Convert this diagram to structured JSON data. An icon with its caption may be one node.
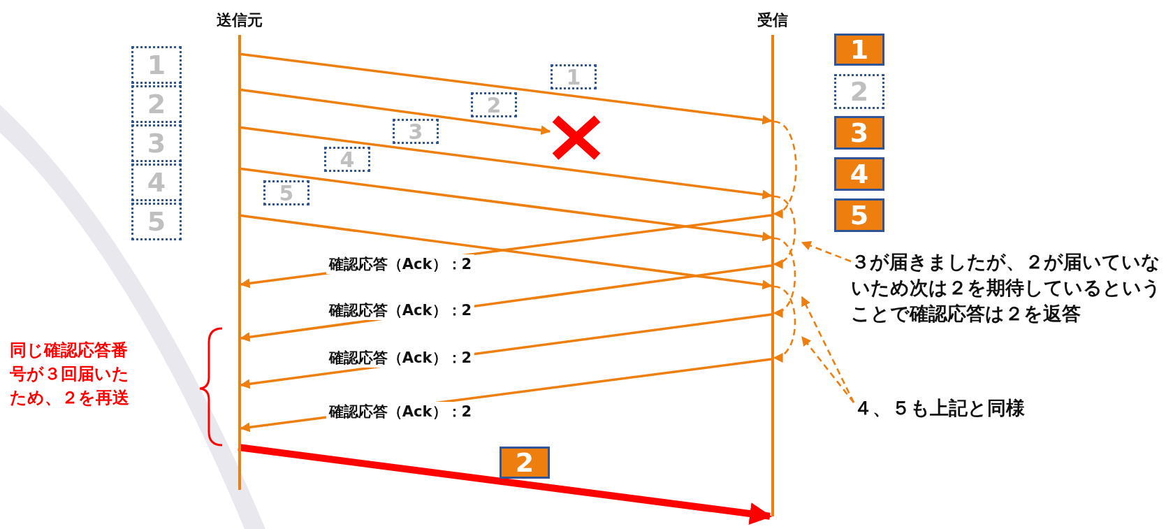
{
  "diagram": {
    "nodes": [
      {
        "text": [
          "送信元"
        ]
      },
      {
        "text": [
          "受信"
        ]
      },
      {
        "text": [
          "1"
        ]
      },
      {
        "text": [
          "2"
        ]
      },
      {
        "text": [
          "3"
        ]
      },
      {
        "text": [
          "4"
        ]
      },
      {
        "text": [
          "5"
        ]
      },
      {
        "text": [
          "1"
        ]
      },
      {
        "text": [
          "2"
        ]
      },
      {
        "text": [
          "3"
        ]
      },
      {
        "text": [
          "4"
        ]
      },
      {
        "text": [
          "5"
        ]
      },
      {
        "text": [
          "1"
        ]
      },
      {
        "text": [
          "2"
        ]
      },
      {
        "text": [
          "3"
        ]
      },
      {
        "text": [
          "4"
        ]
      },
      {
        "text": [
          "5"
        ]
      },
      {
        "text": [],
        "shape": "cross"
      },
      {
        "text": [
          "３が届きましたが、２が届いていないため次は２を期待しているということで確認応答は２を返答"
        ]
      },
      {
        "text": [
          "４、５も上記と同様"
        ]
      },
      {
        "text": [
          "2"
        ]
      }
    ],
    "edges": [
      {
        "from": 0,
        "to": 1,
        "arrow": "to"
      },
      {
        "from": 0,
        "to": 17,
        "arrow": "to"
      },
      {
        "from": 0,
        "to": 1,
        "arrow": "to"
      },
      {
        "from": 0,
        "to": 1,
        "arrow": "to"
      },
      {
        "from": 0,
        "to": 1,
        "arrow": "to"
      },
      {
        "from": 1,
        "to": 0,
        "arrow": "to",
        "label": "確認応答（Ack）：2"
      },
      {
        "from": 1,
        "to": 0,
        "arrow": "to",
        "label": "確認応答（Ack）：2"
      },
      {
        "from": 1,
        "to": 0,
        "arrow": "to",
        "label": "確認応答（Ack）：2"
      },
      {
        "from": 1,
        "to": 0,
        "arrow": "to",
        "label": "確認応答（Ack）：2"
      },
      {
        "from": 0,
        "to": 1,
        "arrow": "to",
        "style": "thick",
        "color": "#ff0000"
      },
      {
        "from": 1,
        "to": 1,
        "arrow": "to",
        "style": "dashed"
      },
      {
        "from": 1,
        "to": 1,
        "arrow": "to",
        "style": "dashed"
      },
      {
        "from": 1,
        "to": 1,
        "arrow": "to",
        "style": "dashed"
      },
      {
        "from": 1,
        "to": 1,
        "arrow": "to",
        "style": "dashed"
      },
      {
        "from": 18,
        "to": 1,
        "arrow": "to",
        "style": "dashed"
      },
      {
        "from": 19,
        "to": 1,
        "arrow": "to",
        "style": "dashed"
      },
      {
        "from": 19,
        "to": 1,
        "arrow": "to",
        "style": "dashed"
      }
    ],
    "labels": [
      "同じ確認応答番号が３回届いたため、２を再送"
    ]
  }
}
